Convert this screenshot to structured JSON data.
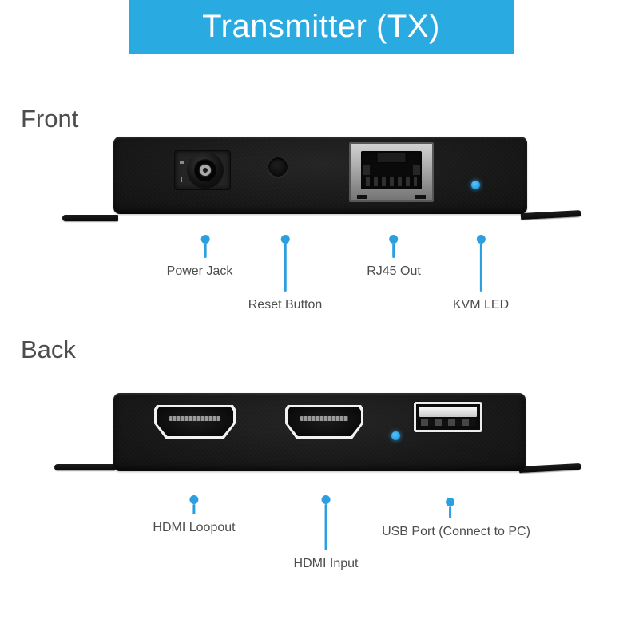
{
  "banner": {
    "title": "Transmitter (TX)"
  },
  "front": {
    "heading": "Front",
    "callouts": [
      {
        "label": "Power Jack"
      },
      {
        "label": "Reset Button"
      },
      {
        "label": "RJ45 Out"
      },
      {
        "label": "KVM LED"
      }
    ],
    "features": [
      "power-jack",
      "reset-button",
      "rj45-port",
      "kvm-led"
    ]
  },
  "back": {
    "heading": "Back",
    "callouts": [
      {
        "label": "HDMI Loopout"
      },
      {
        "label": "HDMI Input"
      },
      {
        "label": "USB Port (Connect to PC)"
      }
    ],
    "features": [
      "hdmi-loopout-port",
      "hdmi-input-port",
      "kvm-led",
      "usb-port"
    ]
  },
  "colors": {
    "banner_blue": "#29abe2",
    "callout_blue": "#2b9fe0",
    "led_blue": "#2aa1e8",
    "label_gray": "#4d4d4d",
    "device_black": "#161616"
  }
}
